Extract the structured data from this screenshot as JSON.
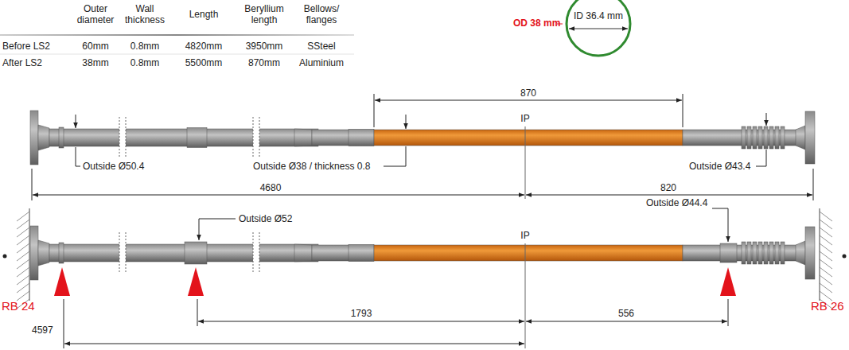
{
  "diagram": {
    "nodes": [
      {
        "text": [
          "ID 36.4 mm"
        ]
      }
    ],
    "edges": [],
    "labels": [
      "Outer diameter",
      "Wall thickness",
      "Length",
      "Beryllium length",
      "Bellows/ flanges",
      "Before LS2",
      "60mm",
      "0.8mm",
      "4820mm",
      "3950mm",
      "SSteel",
      "After LS2",
      "38mm",
      "0.8mm",
      "5500mm",
      "870mm",
      "Aluminium",
      "OD 38 mm",
      "870",
      "IP",
      "Outside Ø50.4",
      "Outside Ø38 / thickness 0.8",
      "Outside Ø43.4",
      "4680",
      "820",
      "Outside Ø52",
      "IP",
      "Outside Ø44.4",
      "1793",
      "556",
      "4597",
      "RB 24",
      "RB 26"
    ]
  }
}
